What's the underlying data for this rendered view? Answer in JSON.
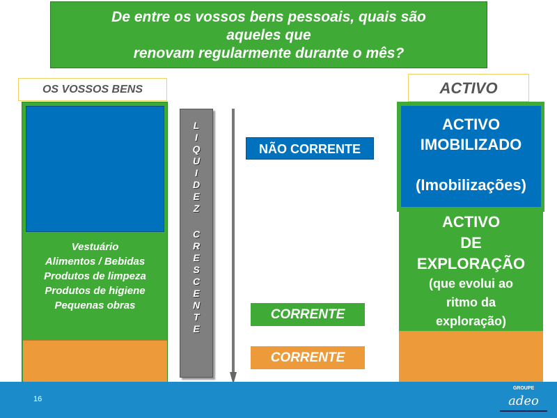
{
  "title": {
    "line1": "De entre os vossos bens pessoais, quais são",
    "line2": "aqueles que",
    "line3": "renovam regularmente durante o mês?"
  },
  "left": {
    "label": "OS VOSSOS BENS",
    "items": [
      "Vestuário",
      "Alimentos / Bebidas",
      "Produtos de limpeza",
      "Produtos de higiene",
      "Pequenas obras"
    ]
  },
  "axis": {
    "letters1": [
      "L",
      "I",
      "Q",
      "U",
      "I",
      "D",
      "E",
      "Z"
    ],
    "letters2": [
      "C",
      "R",
      "E",
      "S",
      "C",
      "E",
      "N",
      "T",
      "E"
    ]
  },
  "middle": {
    "nao_corrente": "NÃO CORRENTE",
    "corrente1": "CORRENTE",
    "corrente2": "CORRENTE"
  },
  "right": {
    "label": "ACTIVO",
    "imob": {
      "l1": "ACTIVO",
      "l2": "IMOBILIZADO",
      "l3": "(Imobilizações)"
    },
    "expl": {
      "l1": "ACTIVO",
      "l2": "DE",
      "l3": "EXPLORAÇÃO",
      "l4": "(que evolui ao",
      "l5": "ritmo da",
      "l6": "exploração)"
    }
  },
  "footer": {
    "page": "16",
    "logo_small": "GROUPE",
    "logo": "adeo"
  },
  "colors": {
    "green": "#3faa35",
    "blue": "#0071bc",
    "orange": "#ec9a3a",
    "band": "#1b8bc9"
  }
}
